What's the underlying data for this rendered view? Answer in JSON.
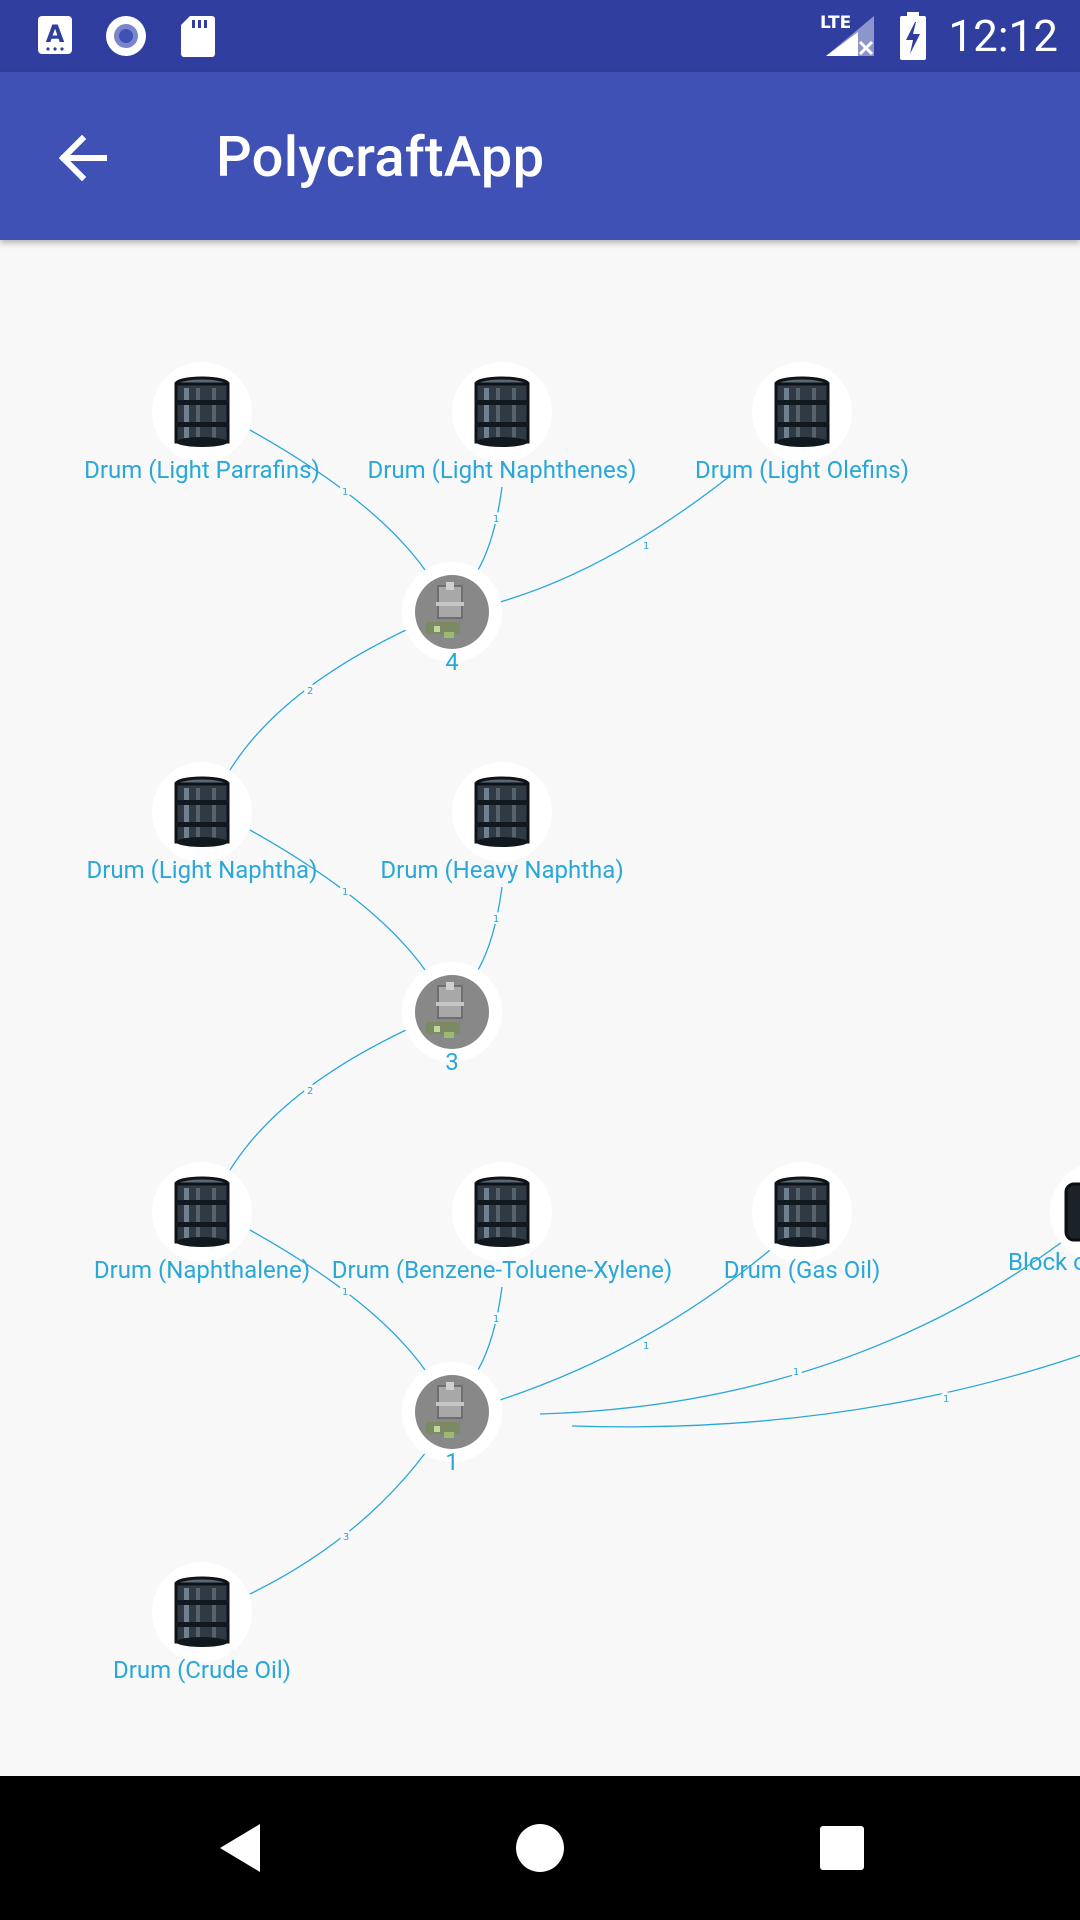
{
  "status_bar": {
    "time": "12:12",
    "network": "LTE",
    "icons": [
      "keyboard-a-icon",
      "record-circle-icon",
      "sd-card-icon",
      "lte-signal-icon",
      "battery-charging-icon"
    ]
  },
  "app_bar": {
    "title": "PolycraftApp",
    "back_icon": "arrow-back-icon"
  },
  "graph": {
    "nodes": [
      {
        "id": "light_parrafins",
        "label": "Drum (Light Parrafins)",
        "icon": "drum-icon"
      },
      {
        "id": "light_naphthenes",
        "label": "Drum (Light Naphthenes)",
        "icon": "drum-icon"
      },
      {
        "id": "light_olefins",
        "label": "Drum (Light Olefins)",
        "icon": "drum-icon"
      },
      {
        "id": "p4",
        "label": "4",
        "icon": "distillation-column-icon"
      },
      {
        "id": "light_naphtha",
        "label": "Drum (Light Naphtha)",
        "icon": "drum-icon"
      },
      {
        "id": "heavy_naphtha",
        "label": "Drum (Heavy Naphtha)",
        "icon": "drum-icon"
      },
      {
        "id": "p3",
        "label": "3",
        "icon": "distillation-column-icon"
      },
      {
        "id": "naphthalene",
        "label": "Drum (Naphthalene)",
        "icon": "drum-icon"
      },
      {
        "id": "btx",
        "label": "Drum (Benzene-Toluene-Xylene)",
        "icon": "drum-icon"
      },
      {
        "id": "gas_oil",
        "label": "Drum (Gas Oil)",
        "icon": "drum-icon"
      },
      {
        "id": "block",
        "label": "Block o",
        "icon": "block-icon"
      },
      {
        "id": "p1",
        "label": "1",
        "icon": "distillation-column-icon"
      },
      {
        "id": "crude_oil",
        "label": "Drum (Crude Oil)",
        "icon": "drum-icon"
      }
    ],
    "edges": [
      {
        "from": "light_parrafins",
        "to": "p4",
        "label": "1"
      },
      {
        "from": "light_naphthenes",
        "to": "p4",
        "label": "1"
      },
      {
        "from": "light_olefins",
        "to": "p4",
        "label": "1"
      },
      {
        "from": "p4",
        "to": "light_naphtha",
        "label": "2"
      },
      {
        "from": "light_naphtha",
        "to": "p3",
        "label": "1"
      },
      {
        "from": "heavy_naphtha",
        "to": "p3",
        "label": "1"
      },
      {
        "from": "p3",
        "to": "naphthalene",
        "label": "2"
      },
      {
        "from": "naphthalene",
        "to": "p1",
        "label": "1"
      },
      {
        "from": "btx",
        "to": "p1",
        "label": "1"
      },
      {
        "from": "gas_oil",
        "to": "p1",
        "label": "1"
      },
      {
        "from": "block",
        "to": "p1",
        "label": "1"
      },
      {
        "from": "offscreen",
        "to": "p1",
        "label": "1"
      },
      {
        "from": "p1",
        "to": "crude_oil",
        "label": "3"
      }
    ]
  },
  "nav_bar": {
    "back": "nav-back-icon",
    "home": "nav-home-icon",
    "recents": "nav-recents-icon"
  },
  "colors": {
    "status_bar": "#303f9f",
    "app_bar": "#3f51b5",
    "accent": "#29a8d8",
    "background": "#f8f8f8"
  }
}
